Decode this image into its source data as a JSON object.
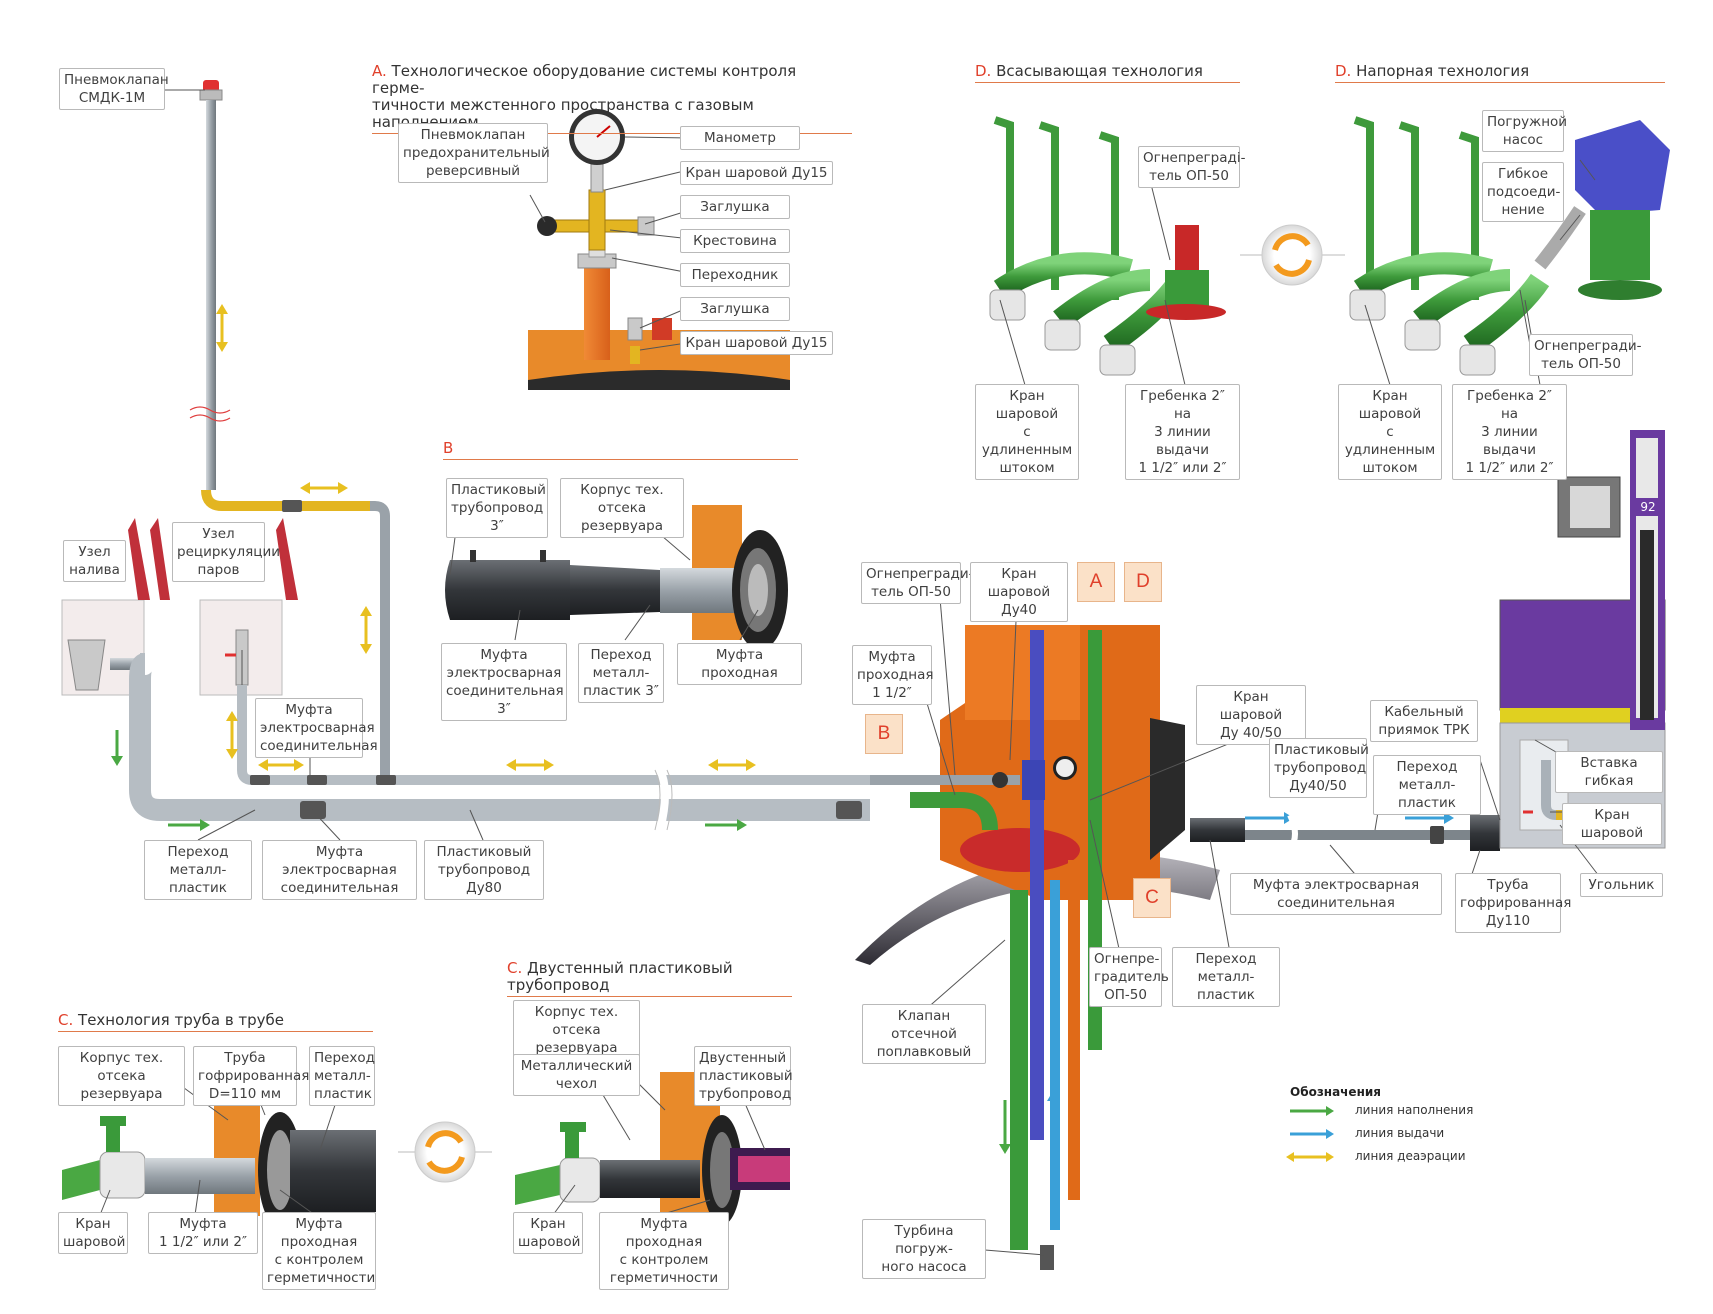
{
  "sections": {
    "a_letter": "A.",
    "a_title": "Технологическое оборудование системы контроля герме-\nтичности межстенного пространства с газовым наполнением",
    "b_letter": "B",
    "c_letter": "C.",
    "c_title": "Технология труба в трубе",
    "c2_letter": "C.",
    "c2_title": "Двустенный пластиковый трубопровод",
    "d1_letter": "D.",
    "d1_title": "Всасывающая технология",
    "d2_letter": "D.",
    "d2_title": "Напорная технология"
  },
  "markers": {
    "a": "A",
    "b": "B",
    "c": "C",
    "d": "D"
  },
  "labels": {
    "pnevmo_smdk": "Пневмоклапан\nСМДК-1М",
    "a_pnevmo": "Пневмоклапан\nпредохранительный\nреверсивный",
    "a_manometr": "Манометр",
    "a_kran1": "Кран шаровой Ду15",
    "a_zaglushka1": "Заглушка",
    "a_krestovina": "Крестовина",
    "a_perehodnik": "Переходник",
    "a_zaglushka2": "Заглушка",
    "a_kran2": "Кран шаровой Ду15",
    "b_plast": "Пластиковый\nтрубопровод 3″",
    "b_korpus": "Корпус тех. отсека\nрезервуара",
    "b_mufta": "Муфта\nэлектросварная\nсоединительная 3″",
    "b_perehod": "Переход\nметалл-\nпластик 3″",
    "b_mufta_prohod": "Муфта проходная",
    "uzel_naliva": "Узел\nналива",
    "uzel_recirc": "Узел\nрециркуляции\nпаров",
    "mufta_el_top": "Муфта\nэлектросварная\nсоединительная",
    "perehod_mp_left": "Переход\nметалл-пластик",
    "mufta_el_bottom": "Муфта электросварная\nсоединительная",
    "plast_du80": "Пластиковый\nтрубопровод Ду80",
    "ognepr_top": "Огнепрегради-\nтель ОП-50",
    "kran_du40": "Кран шаровой\nДу40",
    "mufta_prohod_112": "Муфта\nпроходная\n1 1/2″",
    "kran_4050": "Кран шаровой\nДу 40/50",
    "plast_4050": "Пластиковый\nтрубопровод\nДу40/50",
    "kabel_priyamok": "Кабельный\nприямок ТРК",
    "perehod_mp_right": "Переход\nметалл-пластик",
    "vstavka": "Вставка гибкая",
    "kran_right": "Кран шаровой",
    "mufta_el_right": "Муфта электросварная\nсоединительная",
    "truba_gofr": "Труба\nгофрированная\nДу110",
    "ugolnik": "Угольник",
    "ognepr_bottom": "Огнепре-\nградитель\nОП-50",
    "perehod_mp_center": "Переход\nметалл-пластик",
    "klapan_otsech": "Клапан отсечной\nпоплавковый",
    "turbina": "Турбина погруж-\nного насоса",
    "d1_ognepr": "Огнепреградi-\nтель ОП-50",
    "d1_kran": "Кран шаровой\nс удлиненным\nштоком",
    "d1_grebenka": "Гребенка 2″ на\n3 линии выдачи\n1 1/2″ или 2″",
    "d2_nasos": "Погружной\nнасос",
    "d2_gibkoe": "Гибкое\nподсоеди-\nнение",
    "d2_ognepr": "Огнепрегради-\nтель ОП-50",
    "d2_kran": "Кран шаровой\nс удлиненным\nштоком",
    "d2_grebenka": "Гребенка 2″ на\n3 линии выдачи\n1 1/2″ или 2″",
    "c_korpus": "Корпус тех. отсека\nрезервуара",
    "c_truba": "Труба\nгофрированная\nD=110 мм",
    "c_perehod": "Переход\nметалл-\nпластик",
    "c_kran": "Кран\nшаровой",
    "c_mufta": "Муфта\n1 1/2″ или 2″",
    "c_mufta_prohod": "Муфта проходная\nс контролем\nгерметичности",
    "c2_korpus": "Корпус тех. отсека\nрезервуара",
    "c2_chehol": "Металлический\nчехол",
    "c2_dvust": "Двустенный\nпластиковый\nтрубопровод",
    "c2_kran": "Кран\nшаровой",
    "c2_mufta_prohod": "Муфта проходная\nс контролем\nгерметичности"
  },
  "dispenser_number": "92",
  "legend": {
    "title": "Обозначения",
    "items": [
      {
        "label": "линия наполнения",
        "color": "#4aa843"
      },
      {
        "label": "линия выдачи",
        "color": "#3aa0d8"
      },
      {
        "label": "линия деаэрации",
        "color": "#e8c020"
      }
    ]
  },
  "colors": {
    "accent": "#e0402b",
    "tank": "#e87020",
    "fill": "#4aa843",
    "supply": "#3aa0d8",
    "vent": "#e8c020",
    "pipe": "#a9b1b8",
    "dispenser": "#6a3aa0"
  }
}
